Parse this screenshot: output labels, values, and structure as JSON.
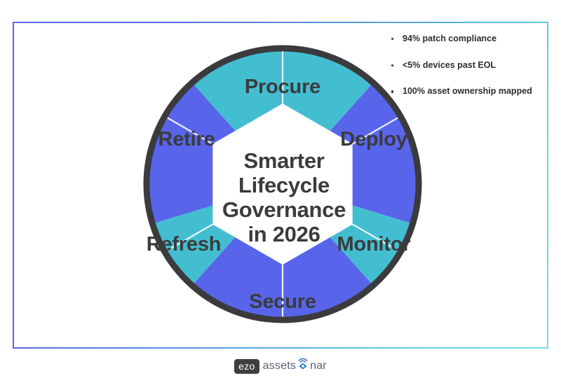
{
  "slide": {
    "center_title_lines": [
      "Smarter",
      "Lifecycle",
      "Governance",
      "in 2026"
    ],
    "segments": [
      {
        "label": "Procure",
        "color": "#43bed1",
        "position": "top"
      },
      {
        "label": "Deploy",
        "color": "#5865eb",
        "position": "top-right"
      },
      {
        "label": "Monitor",
        "color": "#43bed1",
        "position": "bottom-right"
      },
      {
        "label": "Secure",
        "color": "#5865eb",
        "position": "bottom"
      },
      {
        "label": "Refresh",
        "color": "#43bed1",
        "position": "bottom-left"
      },
      {
        "label": "Retire",
        "color": "#5865eb",
        "position": "top-left"
      }
    ],
    "bullets": [
      "94% patch compliance",
      "<5% devices past EOL",
      "100% asset ownership mapped"
    ],
    "colors": {
      "teal": "#43bed1",
      "indigo": "#5865eb",
      "ring": "#3b3b3d",
      "text": "#3b3b3d",
      "hub": "#ffffff",
      "frame_start": "#5a67e8",
      "frame_end": "#7ad9e8"
    }
  },
  "footer": {
    "logo_badge": "ezo",
    "logo_word_pre": "asset",
    "logo_word_s": "s",
    "logo_word_post": "nar",
    "logo_icon": "sonar-diamond-icon"
  }
}
